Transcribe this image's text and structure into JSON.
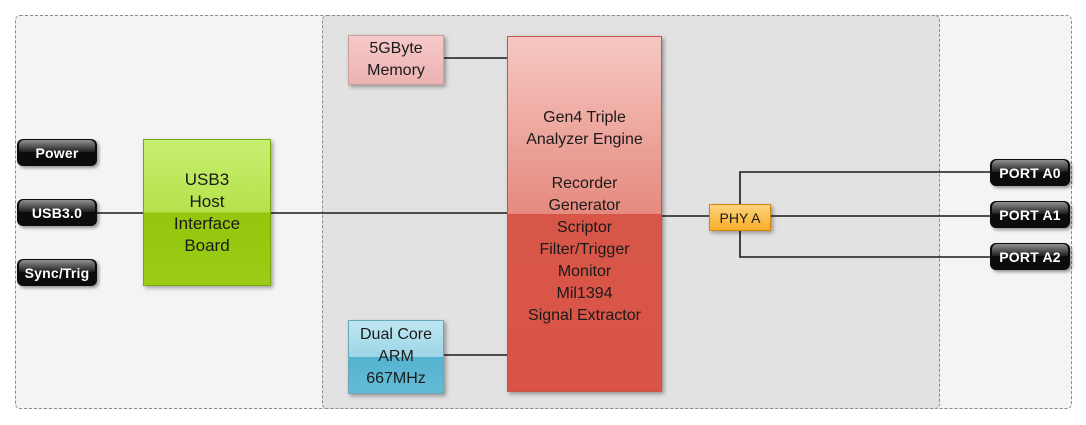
{
  "inputs": {
    "power": "Power",
    "usb": "USB3.0",
    "sync": "Sync/Trig"
  },
  "usb3_host": {
    "lines": [
      "USB3",
      "Host",
      "Interface",
      "Board"
    ]
  },
  "memory": {
    "lines": [
      "5GByte",
      "Memory"
    ]
  },
  "arm": {
    "lines": [
      "Dual Core",
      "ARM",
      "667MHz"
    ]
  },
  "engine": {
    "title_lines": [
      "Gen4 Triple",
      "Analyzer Engine"
    ],
    "functions": [
      "Recorder",
      "Generator",
      "Scriptor",
      "Filter/Trigger",
      "Monitor",
      "Mil1394",
      "Signal Extractor"
    ]
  },
  "phy": {
    "label": "PHY A"
  },
  "ports": [
    "PORT A0",
    "PORT A1",
    "PORT A2"
  ],
  "colors": {
    "host_board": "#9ccd16",
    "memory": "#ecb2b2",
    "arm": "#63bcd6",
    "engine": "#d95446",
    "phy": "#f8ae2c",
    "pill": "#0c0c0c"
  }
}
